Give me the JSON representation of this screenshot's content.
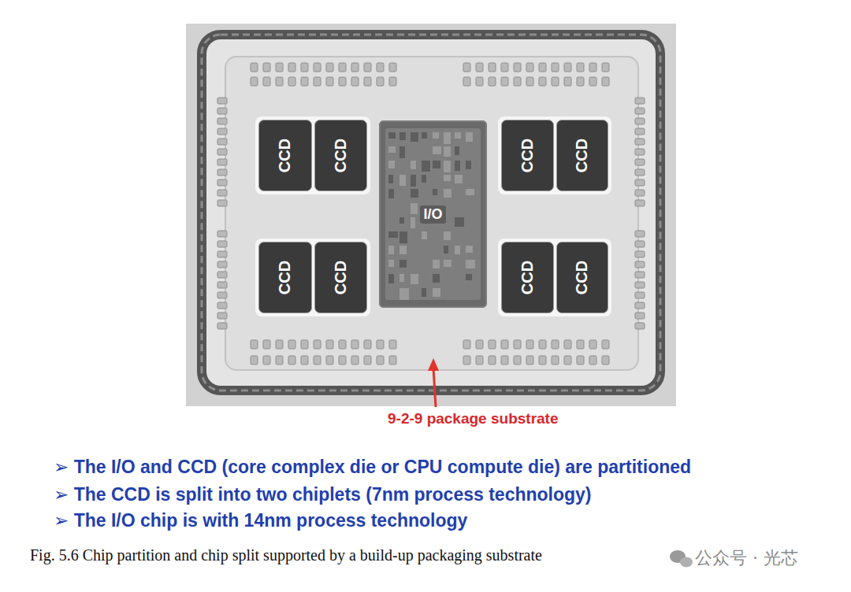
{
  "diagram": {
    "caption": "Fig. 5.6 Chip partition and chip split supported by a build-up packaging substrate",
    "nodes": [
      {
        "text": [
          "CCD"
        ]
      },
      {
        "text": [
          "CCD"
        ]
      },
      {
        "text": [
          "I/O"
        ]
      },
      {
        "text": [
          "CCD"
        ]
      },
      {
        "text": [
          "CCD"
        ]
      },
      {
        "text": [
          "CCD"
        ]
      },
      {
        "text": [
          "CCD"
        ]
      },
      {
        "text": [
          "CCD"
        ]
      },
      {
        "text": [
          "CCD"
        ]
      }
    ],
    "labels": [
      "9-2-9 package substrate",
      "➢ The I/O and CCD (core complex die or CPU compute die) are partitioned",
      "➢ The CCD is split into two chiplets (7nm process technology)",
      "➢ The I/O chip is with 14nm process technology",
      "公众号 · 光芯"
    ]
  }
}
